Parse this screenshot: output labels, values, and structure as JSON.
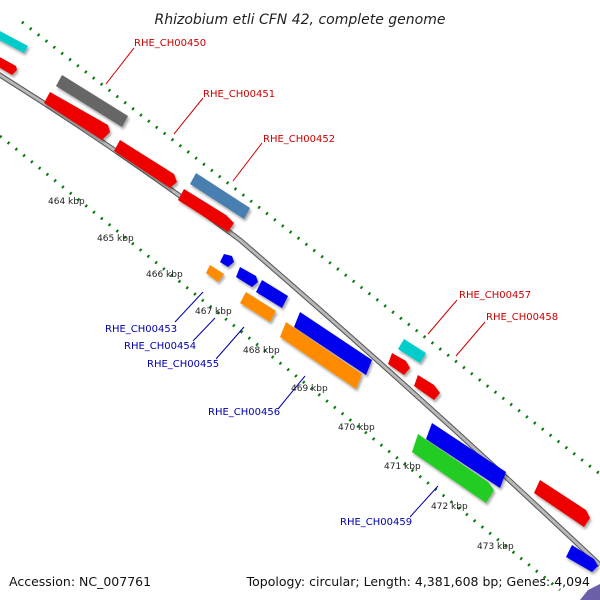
{
  "title": "Rhizobium etli CFN 42, complete genome",
  "footer": {
    "accession": "Accession: NC_007761",
    "summary": "Topology: circular; Length: 4,381,608 bp; Genes: 4,094"
  },
  "ticks": [
    "464 kbp",
    "465 kbp",
    "466 kbp",
    "467 kbp",
    "468 kbp",
    "469 kbp",
    "470 kbp",
    "471 kbp",
    "472 kbp",
    "473 kbp"
  ],
  "genes": [
    {
      "label": "RHE_CH00450",
      "color": "#cc0000"
    },
    {
      "label": "RHE_CH00451",
      "color": "#cc0000"
    },
    {
      "label": "RHE_CH00452",
      "color": "#cc0000"
    },
    {
      "label": "RHE_CH00453",
      "color": "#0000aa"
    },
    {
      "label": "RHE_CH00454",
      "color": "#0000aa"
    },
    {
      "label": "RHE_CH00455",
      "color": "#0000aa"
    },
    {
      "label": "RHE_CH00456",
      "color": "#0000aa"
    },
    {
      "label": "RHE_CH00457",
      "color": "#cc0000"
    },
    {
      "label": "RHE_CH00458",
      "color": "#cc0000"
    },
    {
      "label": "RHE_CH00459",
      "color": "#0000aa"
    }
  ],
  "colors": {
    "backbone": "#8a8a8a",
    "tick_dots": "#0a7a0a",
    "red": "#ee0000",
    "blue": "#0000ee",
    "orange": "#ff8c00",
    "cyan": "#00cccc",
    "gray": "#666666",
    "steelblue": "#4a7fb0",
    "green": "#22cc22"
  }
}
